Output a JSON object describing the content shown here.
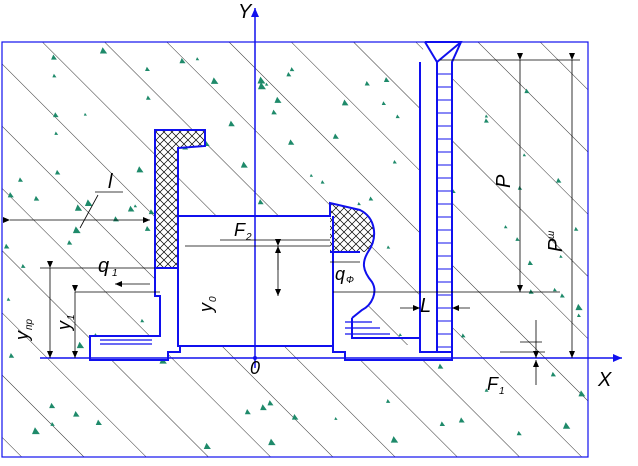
{
  "labels": {
    "y_axis": "Y",
    "x_axis": "X",
    "origin": "0",
    "l": "l",
    "q1_main": "q",
    "q1_sub": "1",
    "qf_main": "q",
    "qf_sub": "Ф",
    "F2_main": "F",
    "F2_sub": "2",
    "F1_main": "F",
    "F1_sub": "1",
    "y0_main": "y",
    "y0_sub": "0",
    "y1_main": "y",
    "y1_sub": "1",
    "yng_main": "y",
    "yng_sub": "пр",
    "P": "P",
    "P_sh_main": "P",
    "P_sh_sub": "ш",
    "L": "L"
  },
  "colors": {
    "outline": "#1010ee",
    "hatch": "#1a1a1a",
    "dots": "#1e8a6a",
    "background": "#ffffff"
  }
}
